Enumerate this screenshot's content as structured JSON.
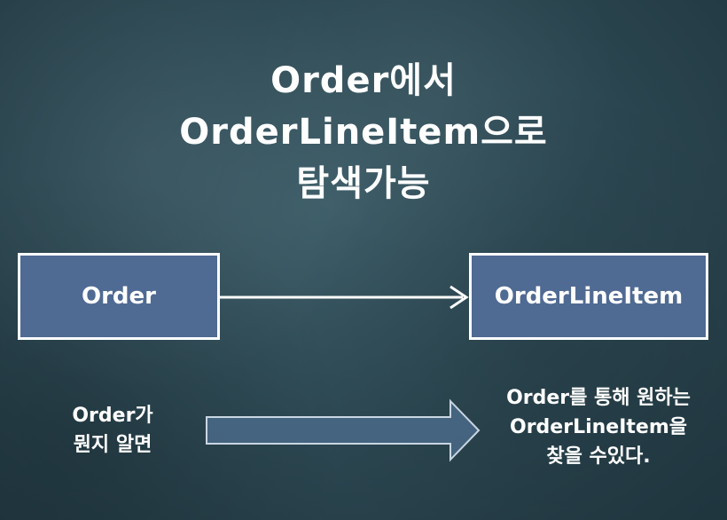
{
  "title_lines": [
    "Order에서",
    "OrderLineItem으로",
    "탐색가능"
  ],
  "boxes": {
    "order": "Order",
    "order_line_item": "OrderLineItem"
  },
  "caption_left": [
    "Order가",
    "뭔지 알면"
  ],
  "caption_right": [
    "Order를 통해 원하는",
    "OrderLineItem을",
    "찾을 수있다."
  ],
  "colors": {
    "background": "#2e4a55",
    "box_fill": "#4f6a93",
    "box_border": "#ffffff",
    "arrow_fill": "#4a6a88"
  }
}
